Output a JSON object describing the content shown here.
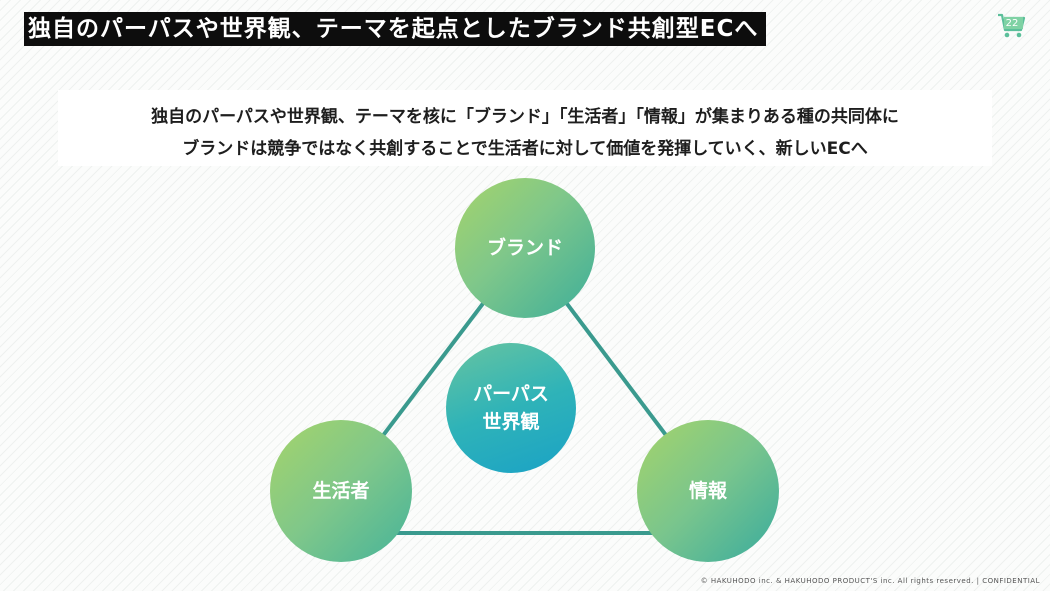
{
  "title": "独自のパーパスや世界観、テーマを起点としたブランド共創型ECへ",
  "page_number": "22",
  "intro": {
    "line1": "独自のパーパスや世界観、テーマを核に「ブランド」「生活者」「情報」が集まりある種の共同体に",
    "line2": "ブランドは競争ではなく共創することで生活者に対して価値を発揮していく、新しいECへ"
  },
  "diagram": {
    "top": "ブランド",
    "center_line1": "パーパス",
    "center_line2": "世界観",
    "left": "生活者",
    "right": "情報"
  },
  "colors": {
    "title_bg": "#0d0d0d",
    "line": "#3a9a8e",
    "gradient_green": "#a6d46a",
    "gradient_teal": "#1aa2c6"
  },
  "footer": {
    "copyright": "© HAKUHODO inc. & HAKUHODO PRODUCT'S inc. All rights reserved. | CONFIDENTIAL"
  }
}
